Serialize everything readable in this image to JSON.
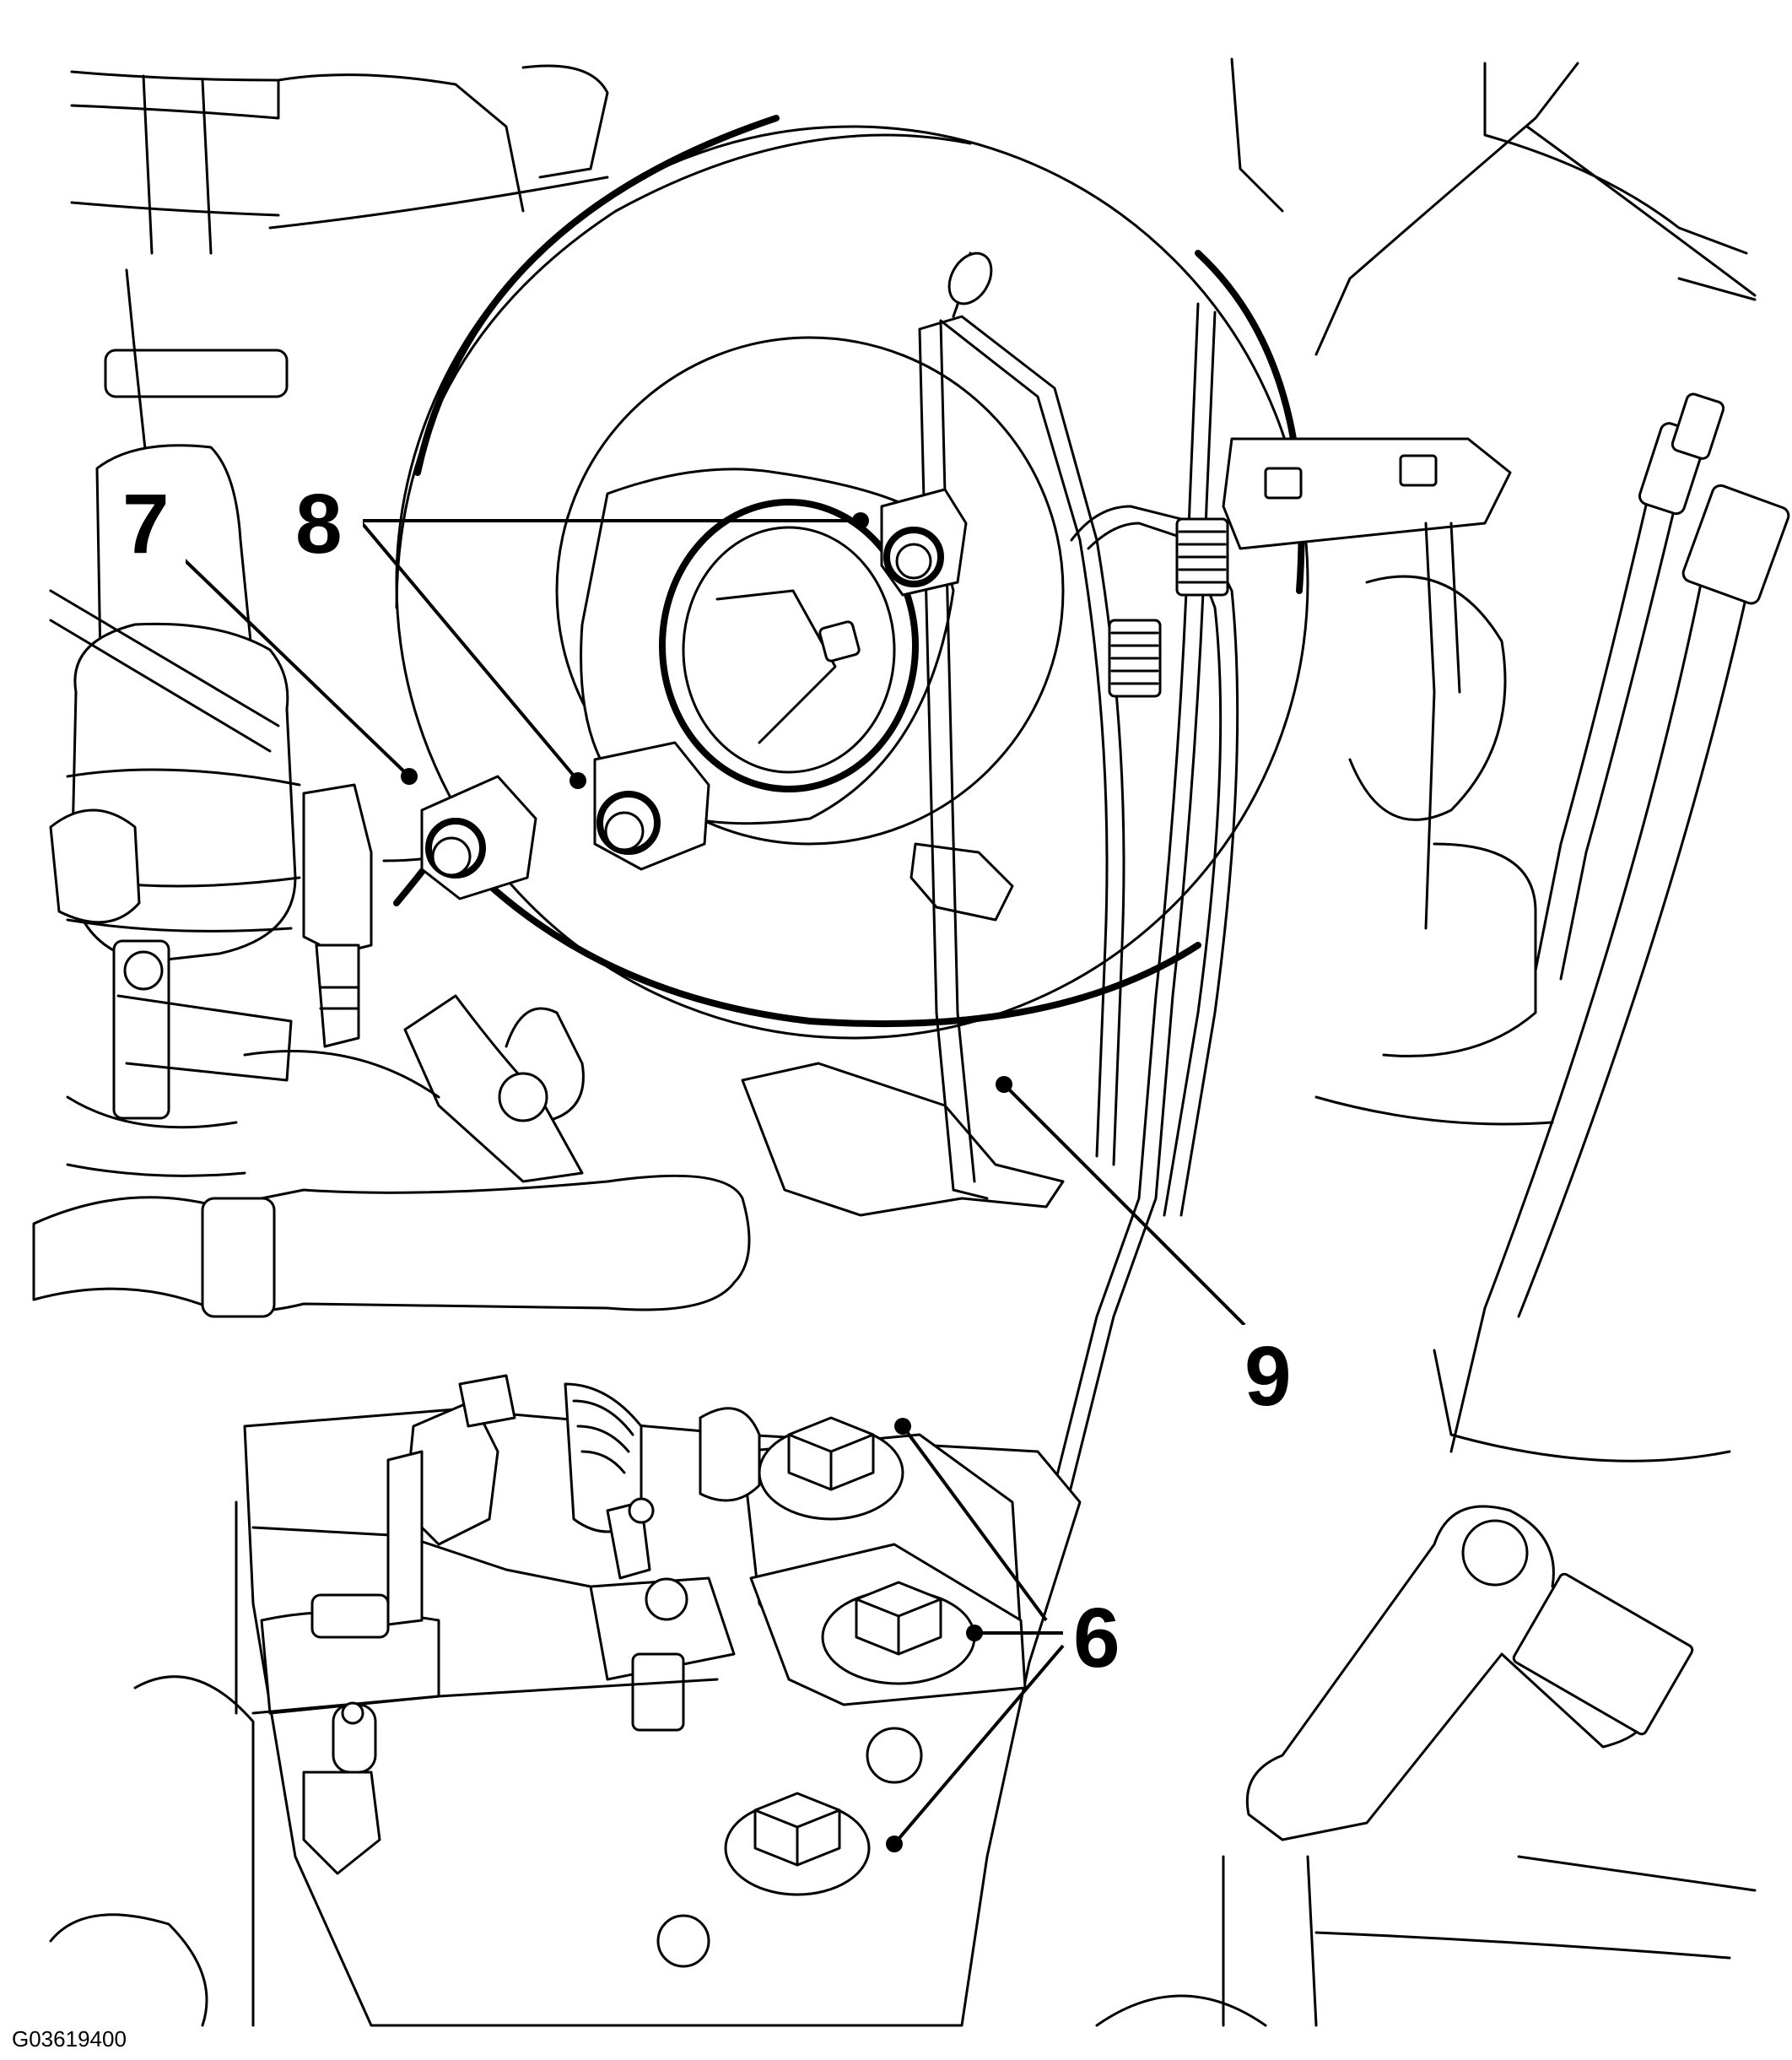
{
  "callouts": [
    {
      "id": "c7",
      "text": "7"
    },
    {
      "id": "c8",
      "text": "8"
    },
    {
      "id": "c9",
      "text": "9"
    },
    {
      "id": "c6",
      "text": "6"
    }
  ],
  "figure_code": "G03619400"
}
